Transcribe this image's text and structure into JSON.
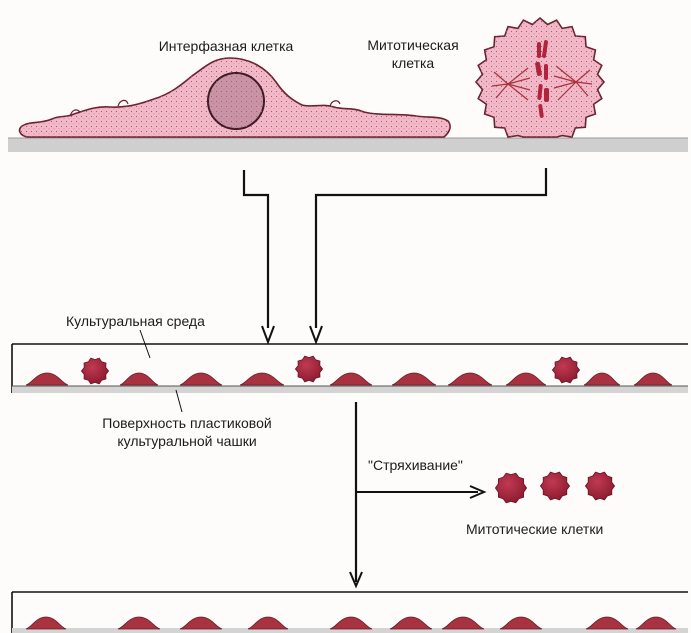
{
  "labels": {
    "interphase_cell": "Интерфазная клетка",
    "mitotic_cell_line1": "Митотическая",
    "mitotic_cell_line2": "клетка",
    "culture_medium": "Культуральная среда",
    "dish_surface_line1": "Поверхность пластиковой",
    "dish_surface_line2": "культуральной чашки",
    "shaking": "\"Стряхивание\"",
    "mitotic_cells": "Митотические клетки"
  },
  "colors": {
    "cell_pink": "#f2b9c8",
    "cell_outline": "#6b2230",
    "flat_cell": "#a8323f",
    "round_cell": "#9b1f33",
    "surface_gray": "#c9c9c9",
    "line_black": "#111111"
  }
}
